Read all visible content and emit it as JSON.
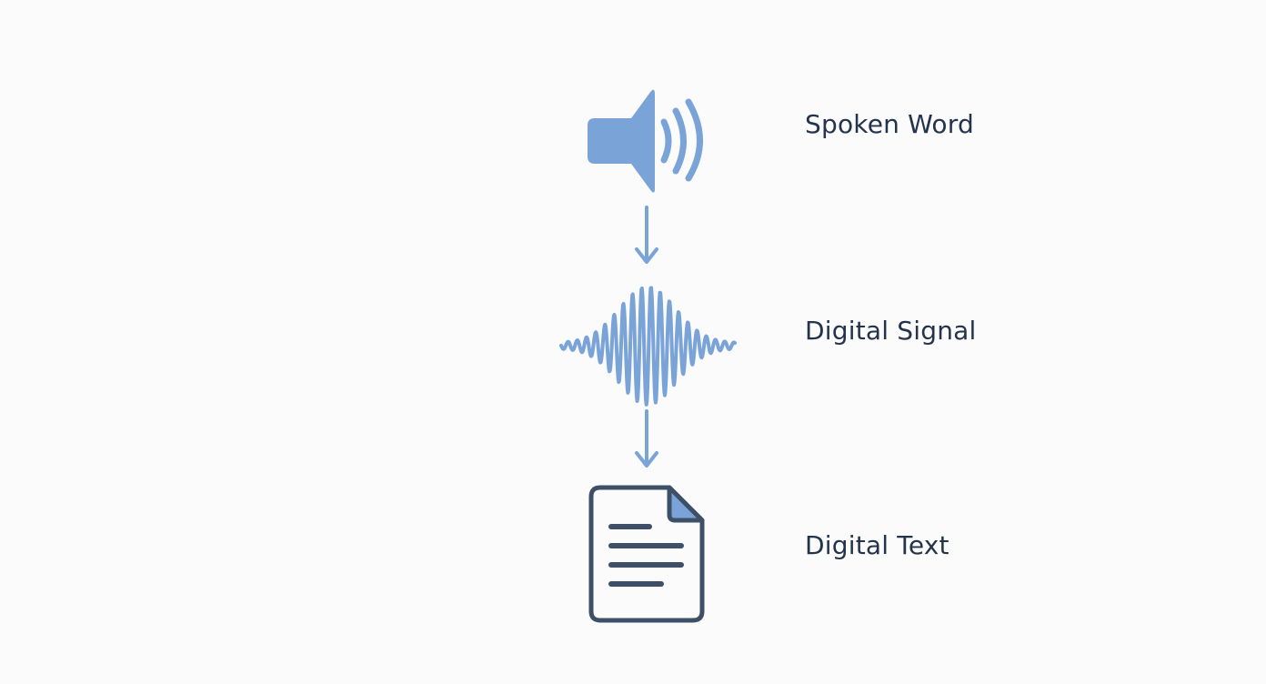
{
  "steps": [
    {
      "label": "Spoken Word",
      "icon": "speaker-icon"
    },
    {
      "label": "Digital Signal",
      "icon": "waveform-icon"
    },
    {
      "label": "Digital Text",
      "icon": "document-icon"
    }
  ],
  "colors": {
    "accent": "#7aa3d8",
    "document_stroke": "#3d5068",
    "text": "#24344d",
    "background": "#fbfbfb"
  }
}
